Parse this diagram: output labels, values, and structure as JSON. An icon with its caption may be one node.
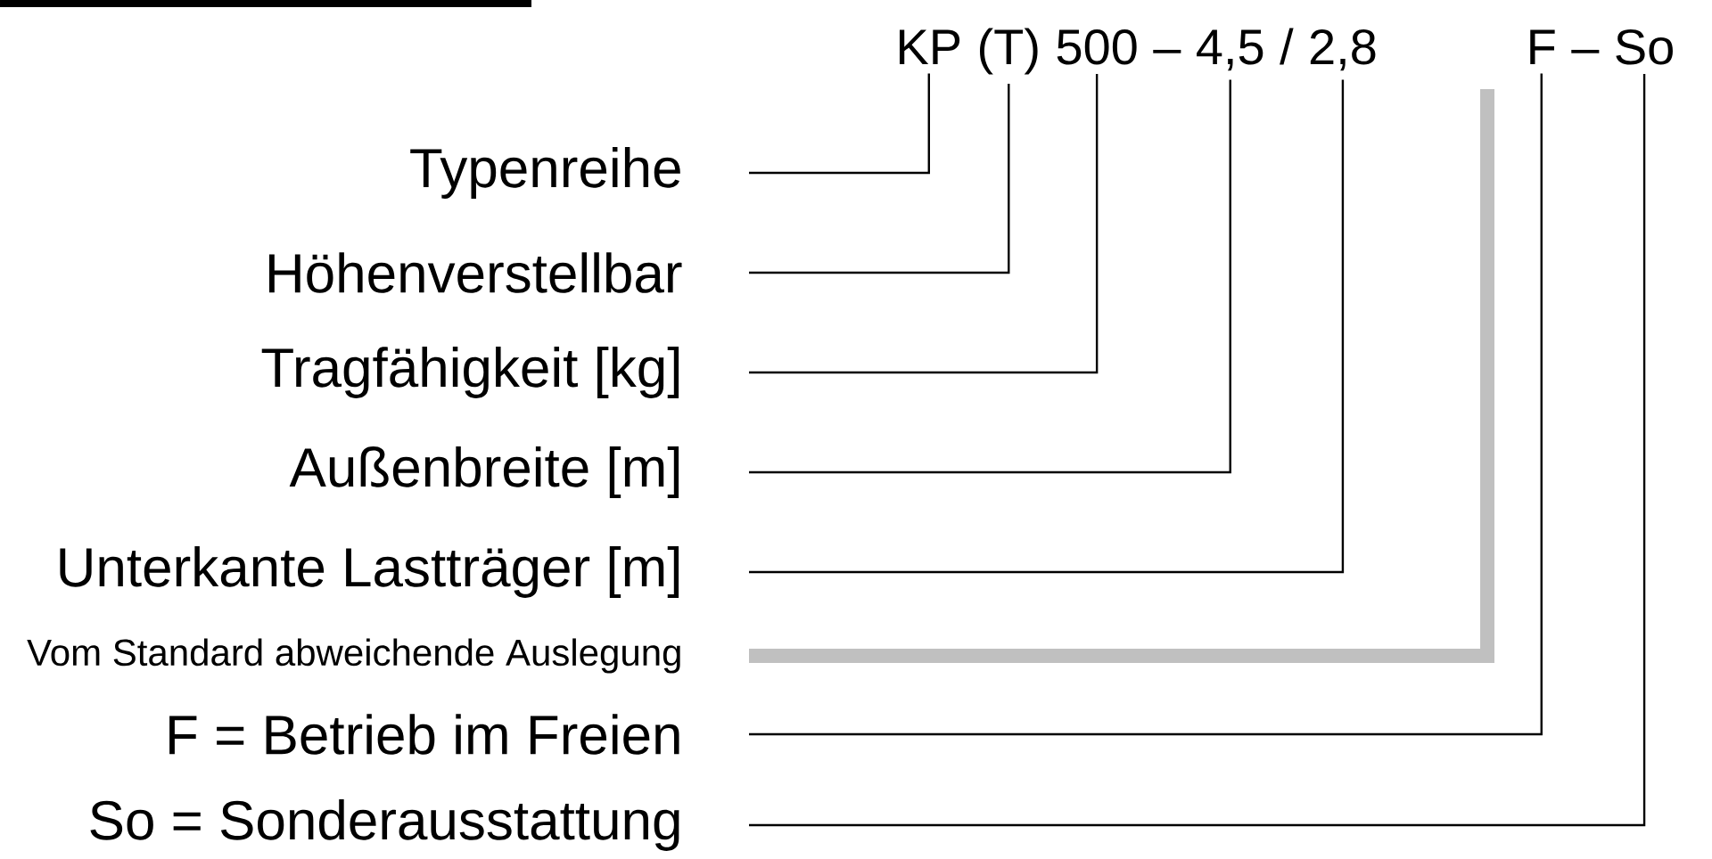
{
  "diagram": {
    "nodes": [
      {
        "text": [
          "Typenreihe"
        ]
      },
      {
        "text": [
          "Höhenverstellbar"
        ]
      },
      {
        "text": [
          "Tragfähigkeit [kg]"
        ]
      },
      {
        "text": [
          "Außenbreite [m]"
        ]
      },
      {
        "text": [
          "Unterkante Lastträger [m]"
        ]
      },
      {
        "text": [
          "Vom Standard abweichende Auslegung"
        ]
      },
      {
        "text": [
          "F = Betrieb im Freien"
        ]
      },
      {
        "text": [
          "So = Sonderausstattung"
        ]
      },
      {
        "text": [
          "KP"
        ]
      },
      {
        "text": [
          "(T)"
        ]
      },
      {
        "text": [
          "500"
        ]
      },
      {
        "text": [
          "4,5"
        ]
      },
      {
        "text": [
          "2,8"
        ]
      },
      {
        "text": [
          "F"
        ]
      },
      {
        "text": [
          "So"
        ]
      }
    ],
    "edges": [
      {
        "from": 0,
        "to": 8,
        "arrow": "none"
      },
      {
        "from": 1,
        "to": 9,
        "arrow": "none"
      },
      {
        "from": 2,
        "to": 10,
        "arrow": "none"
      },
      {
        "from": 3,
        "to": 11,
        "arrow": "none"
      },
      {
        "from": 4,
        "to": 12,
        "arrow": "none"
      },
      {
        "from": 5,
        "to": null,
        "arrow": "none",
        "style": "thick",
        "color": "#c0c0c0"
      },
      {
        "from": 6,
        "to": 13,
        "arrow": "none"
      },
      {
        "from": 7,
        "to": 14,
        "arrow": "none"
      }
    ],
    "labels": [
      "–",
      "/",
      "–"
    ]
  }
}
